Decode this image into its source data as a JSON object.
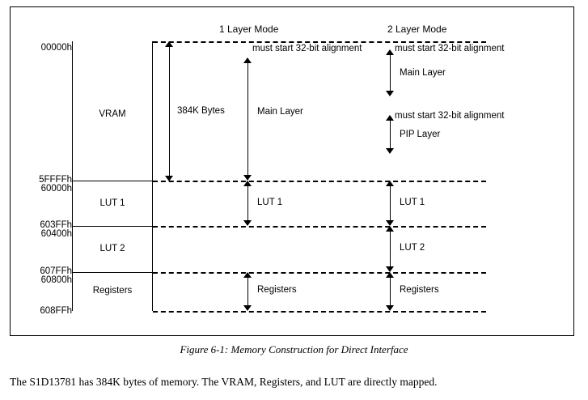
{
  "figure": {
    "caption": "Figure 6-1: Memory Construction for Direct Interface",
    "body_text": "The S1D13781 has 384K bytes of memory. The VRAM, Registers, and LUT are directly mapped.",
    "columns": {
      "one_layer_header": "1 Layer Mode",
      "two_layer_header": "2 Layer Mode"
    },
    "addresses": [
      {
        "label": "00000h"
      },
      {
        "label": "5FFFFh"
      },
      {
        "label": "60000h"
      },
      {
        "label": "603FFh"
      },
      {
        "label": "60400h"
      },
      {
        "label": "607FFh"
      },
      {
        "label": "60800h"
      },
      {
        "label": "608FFh"
      }
    ],
    "memory_regions": [
      {
        "name": "VRAM"
      },
      {
        "name": "LUT 1"
      },
      {
        "name": "LUT 2"
      },
      {
        "name": "Registers"
      }
    ],
    "size_annotation": "384K Bytes",
    "one_layer_mode": {
      "alignment_note": "must start 32-bit alignment",
      "main_layer": "Main Layer",
      "lut1": "LUT 1",
      "registers": "Registers"
    },
    "two_layer_mode": {
      "main_alignment_note": "must start 32-bit alignment",
      "main_layer": "Main Layer",
      "pip_alignment_note": "must start 32-bit alignment",
      "pip_layer": "PIP Layer",
      "lut1": "LUT 1",
      "lut2": "LUT 2",
      "registers": "Registers"
    }
  },
  "colors": {
    "line": "#000000",
    "background": "#ffffff"
  }
}
